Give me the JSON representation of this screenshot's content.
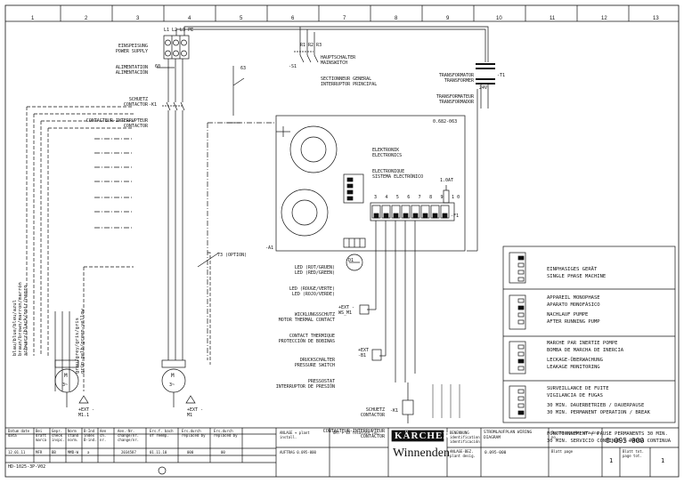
{
  "columns": [
    "1",
    "2",
    "3",
    "4",
    "5",
    "6",
    "7",
    "8",
    "9",
    "10",
    "11",
    "12",
    "13"
  ],
  "power_supply": {
    "labels": [
      "EINSPEISUNG",
      "POWER SUPPLY",
      "ALIMENTATION",
      "ALIMENTACIÓN"
    ],
    "terminals": "L1 L2 L3 PE"
  },
  "main_switch": {
    "labels": [
      "HAUPTSCHALTER",
      "MAINSWITCH",
      "SECTIONNEUR GENERAL",
      "INTERRUPTOR PRINCIPAL"
    ],
    "ref": "-S1",
    "pins": "R1 R2 R3"
  },
  "transformer": {
    "labels": [
      "TRANSFORMATOR",
      "TRANSFORMER",
      "TRANSFORMATEUR",
      "TRANSFORMADOR"
    ],
    "ref": "-T1",
    "voltage": "24V"
  },
  "contactor_k1": {
    "labels": [
      "SCHUETZ",
      "CONTACTOR",
      "CONTACTEUR-INTERRUPTEUR",
      "CONTACTOR"
    ],
    "ref": "-K1"
  },
  "wire_labels": {
    "w60": "60",
    "w63": "63",
    "w73": "73 (OPTION)"
  },
  "electronics": {
    "part_no": "0.682-063",
    "labels": [
      "ELEKTRONIK",
      "ELECTRONICS",
      "ELECTRONIQUE",
      "SISTEMA ELECTRÓNICO"
    ],
    "ref": "-A1",
    "terminals": "3 4 5 6 7 8 9 10",
    "fuse": "1.0AT",
    "fuse_ref": "-F1"
  },
  "led": {
    "labels": [
      "LED (ROT/GRUEN)",
      "LED (RED/GREEN)",
      "LED (ROUGE/VERTE)",
      "LED (ROJO/VERDE)"
    ],
    "ref": "-D1"
  },
  "thermal": {
    "labels": [
      "WICKLUNGSSCHUTZ",
      "MOTOR THERMAL CONTACT",
      "CONTACT THERMIQUE",
      "PROTECCIÓN DE BOBINAS"
    ],
    "ref": "+EXT -WS_M1"
  },
  "pressure": {
    "labels": [
      "DRUCKSCHALTER",
      "PRESSURE SWITCH",
      "PRESSOSTAT",
      "INTERRUPTOR DE PRESIÓN"
    ],
    "ref": "+EXT -B1"
  },
  "contactor_k1b": {
    "labels": [
      "SCHUETZ",
      "CONTACTOR",
      "CONTACTEUR-INTERRUPTEUR",
      "CONTACTOR"
    ],
    "ref": "-K1"
  },
  "motors": [
    {
      "sym": "M",
      "phase": "3~",
      "ref": "+EXT -M1.1"
    },
    {
      "sym": "M",
      "phase": "3~",
      "ref": "+EXT -M1"
    }
  ],
  "cable_colors": [
    "blau/blue/bleu/azul",
    "braun/brown/marron/marrón",
    "schwarz/black/noir/negro",
    "grau/grey/gris/gris",
    "grün-gelb/green-yellow"
  ],
  "legend": [
    {
      "labels": [
        "EINPHASIGES GERÄT",
        "SINGLE PHASE MACHINE",
        "APPAREIL MONOPHASE",
        "APARATO MONOFÁSICO"
      ]
    },
    {
      "labels": [
        "NACHLAUF PUMPE",
        "AFTER RUNNING PUMP",
        "MARCHE PAR INERTIE POMPE",
        "BOMBA DE MARCHA DE INERCIA"
      ]
    },
    {
      "labels": [
        "LECKAGE-ÜBERWACHUNG",
        "LEAKAGE MONITORING",
        "SURVEILLANCE DE FUITE",
        "VIGILANCIA DE FUGAS"
      ]
    },
    {
      "labels": [
        "30 MIN. DAUERBETRIEB / DAUERPAUSE",
        "30 MIN. PERMANENT OPERATION / BREAK",
        "FONCTIONNEMENT / PAUSE PERMANENTS 30 MIN.",
        "30 MIN. SERVICIO CONTINUO / PAUSA CONTINUA"
      ]
    }
  ],
  "title_block": {
    "brand": "KÄRCHER",
    "city": "Winnenden",
    "header_cells": [
      "Datum date data",
      "Bei draft marca",
      "Gepr. check inspc.",
      "Norm stand norm.",
      "B-Ind index B-ind.",
      "Aen ch. nr.",
      "Aen.-Nr. change/nr. change/nr.",
      "Ers.f. bach of reemp.",
      "Ers.durch replaced by",
      "Ers.durch replaced by"
    ],
    "row_values": [
      "12.01.11",
      "MFR",
      "BB",
      "MMD-W",
      "a",
      "",
      "2034587",
      "01.11.10",
      "000",
      "00"
    ],
    "file": "HD-1025-3P-V02",
    "drawing_label": "Zeichnungs-Nr. drawing no.",
    "drawing_no": "0.095-000",
    "sheet_label": "Blatt page",
    "sheet_no": "1",
    "sheets_label": "Blatt tot. page tot.",
    "sheets_no": "1",
    "project_block": "ANLAGE + plant install.",
    "place_block": "ORT + EX location loc.",
    "order": "AUFTRAG 0.095-000",
    "description": "STROMLAUFPLAN WIRING DIAGRAM",
    "desc_labels": "BENENNUNG identification identificación",
    "plant_design": "ANLAGE-BEZ. plant desig.",
    "plant_no": "0.095-000"
  }
}
